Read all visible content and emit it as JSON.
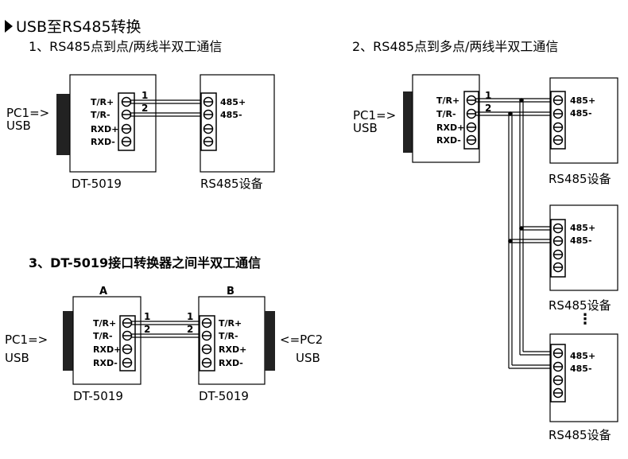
{
  "title": "USB至RS485转换",
  "sections": {
    "s1": {
      "heading": "1、RS485点到点/两线半双工通信"
    },
    "s2": {
      "heading": "2、RS485点到多点/两线半双工通信"
    },
    "s3": {
      "heading": "3、DT-5019接口转换器之间半双工通信"
    }
  },
  "labels": {
    "pc1": "PC1=>",
    "usb": "USB",
    "pc2": "<=PC2",
    "dt5019": "DT-5019",
    "rs485_device": "RS485设备",
    "box_a": "A",
    "box_b": "B",
    "wire1": "1",
    "wire2": "2",
    "ellipsis": "⋮"
  },
  "converter_terminals": [
    "T/R+",
    "T/R-",
    "RXD+",
    "RXD-"
  ],
  "device_terminals": [
    "485+",
    "485-"
  ],
  "colors": {
    "line": "#000000",
    "background": "#ffffff",
    "connector": "#222222"
  }
}
